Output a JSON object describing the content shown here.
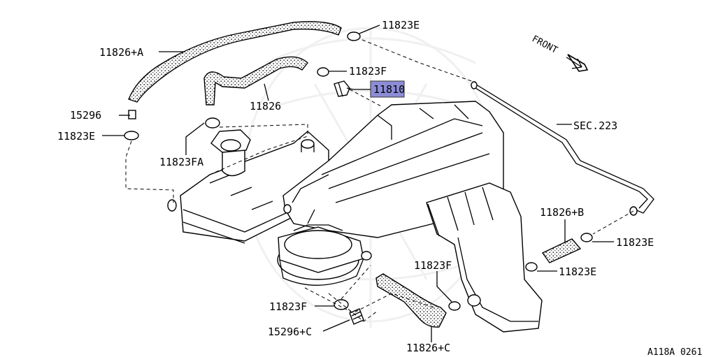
{
  "diagram": {
    "front_label": "FRONT",
    "ref_code": "A118A 0261",
    "highlight_color": "#8c8cd6",
    "callouts": {
      "c11823E_top": "11823E",
      "c11826A": "11826+A",
      "c11823F_top": "11823F",
      "c11810": "11810",
      "c11826": "11826",
      "c15296": "15296",
      "c11823E_left": "11823E",
      "c11823FA": "11823FA",
      "c_sec223": "SEC.223",
      "c11826B": "11826+B",
      "c11823E_right": "11823E",
      "c11823E_mid": "11823E",
      "c11823F_mid": "11823F",
      "c11823F_bot": "11823F",
      "c15296C": "15296+C",
      "c11826C": "11826+C"
    }
  }
}
